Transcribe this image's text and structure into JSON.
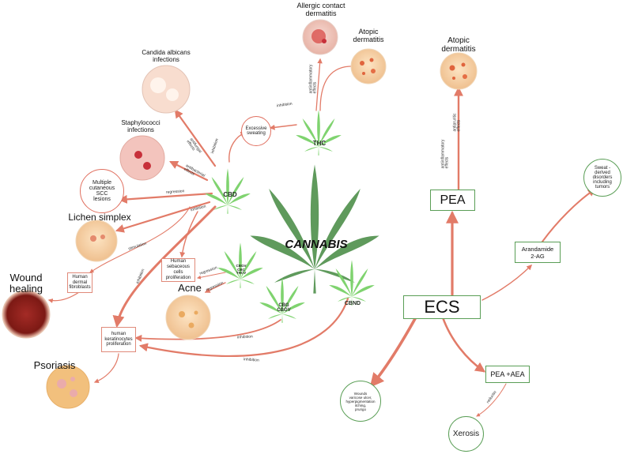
{
  "center": {
    "title": "CANNABIS"
  },
  "compounds": {
    "cbd": "CBD",
    "thc": "THC",
    "cbgv_group": [
      "CBGV",
      "CBC",
      "THCV"
    ],
    "cbg_group": [
      "CBG",
      "CBGV"
    ],
    "cbnd": "CBND"
  },
  "conditions": {
    "allergic": [
      "Allergic contact",
      "dermatitis"
    ],
    "atopic_left": [
      "Atopic",
      "dermatitis"
    ],
    "atopic_right": [
      "Atopic",
      "dermatitis"
    ],
    "candida": [
      "Candida albicans",
      "infections"
    ],
    "staph": [
      "Staphylococci",
      "infections"
    ],
    "scc": [
      "Multiple",
      "cutaneous",
      "SCC",
      "lesions"
    ],
    "lichen": "Lichen simplex",
    "wound": [
      "Wound",
      "healing"
    ],
    "acne": "Acne",
    "psoriasis": "Psoriasis",
    "sweating": [
      "Excessive",
      "sweating"
    ],
    "xerosis": "Xerosis",
    "sweat_disorders": [
      "Sweat -",
      "derived",
      "disorders",
      "including",
      "tumors"
    ],
    "wounds_list": [
      "Wounds",
      "varicose ulcer,",
      "hyperpigmentation",
      "itching,",
      "prurigo"
    ]
  },
  "boxes": {
    "fibroblasts": [
      "Human",
      "dermal",
      "fibroblasts"
    ],
    "sebaceous": [
      "Human",
      "sebaceous",
      "cells",
      "proliferation"
    ],
    "keratinocytes": [
      "human",
      "keratinocytes",
      "proliferation"
    ],
    "pea": "PEA",
    "ecs": "ECS",
    "arandamide": [
      "Arandamide",
      "2-AG"
    ],
    "pea_aea": "PEA +AEA"
  },
  "edge_labels": {
    "inhibition": "inhibition",
    "regression": "regression",
    "stimulation": "stimulation",
    "antifungal": [
      "antifungal",
      "effects"
    ],
    "antibacterial": [
      "antibacterial",
      "effects"
    ],
    "antiinflammatory": [
      "antiinflammatory",
      "effects"
    ],
    "antipruritic": [
      "antipruritic",
      "effects"
    ],
    "reduction": "reductio"
  },
  "colors": {
    "arrow": "#e27b68",
    "leaf_dark": "#5f9a5c",
    "leaf_light": "#7fd36f",
    "green_border": "#5a9e56"
  }
}
